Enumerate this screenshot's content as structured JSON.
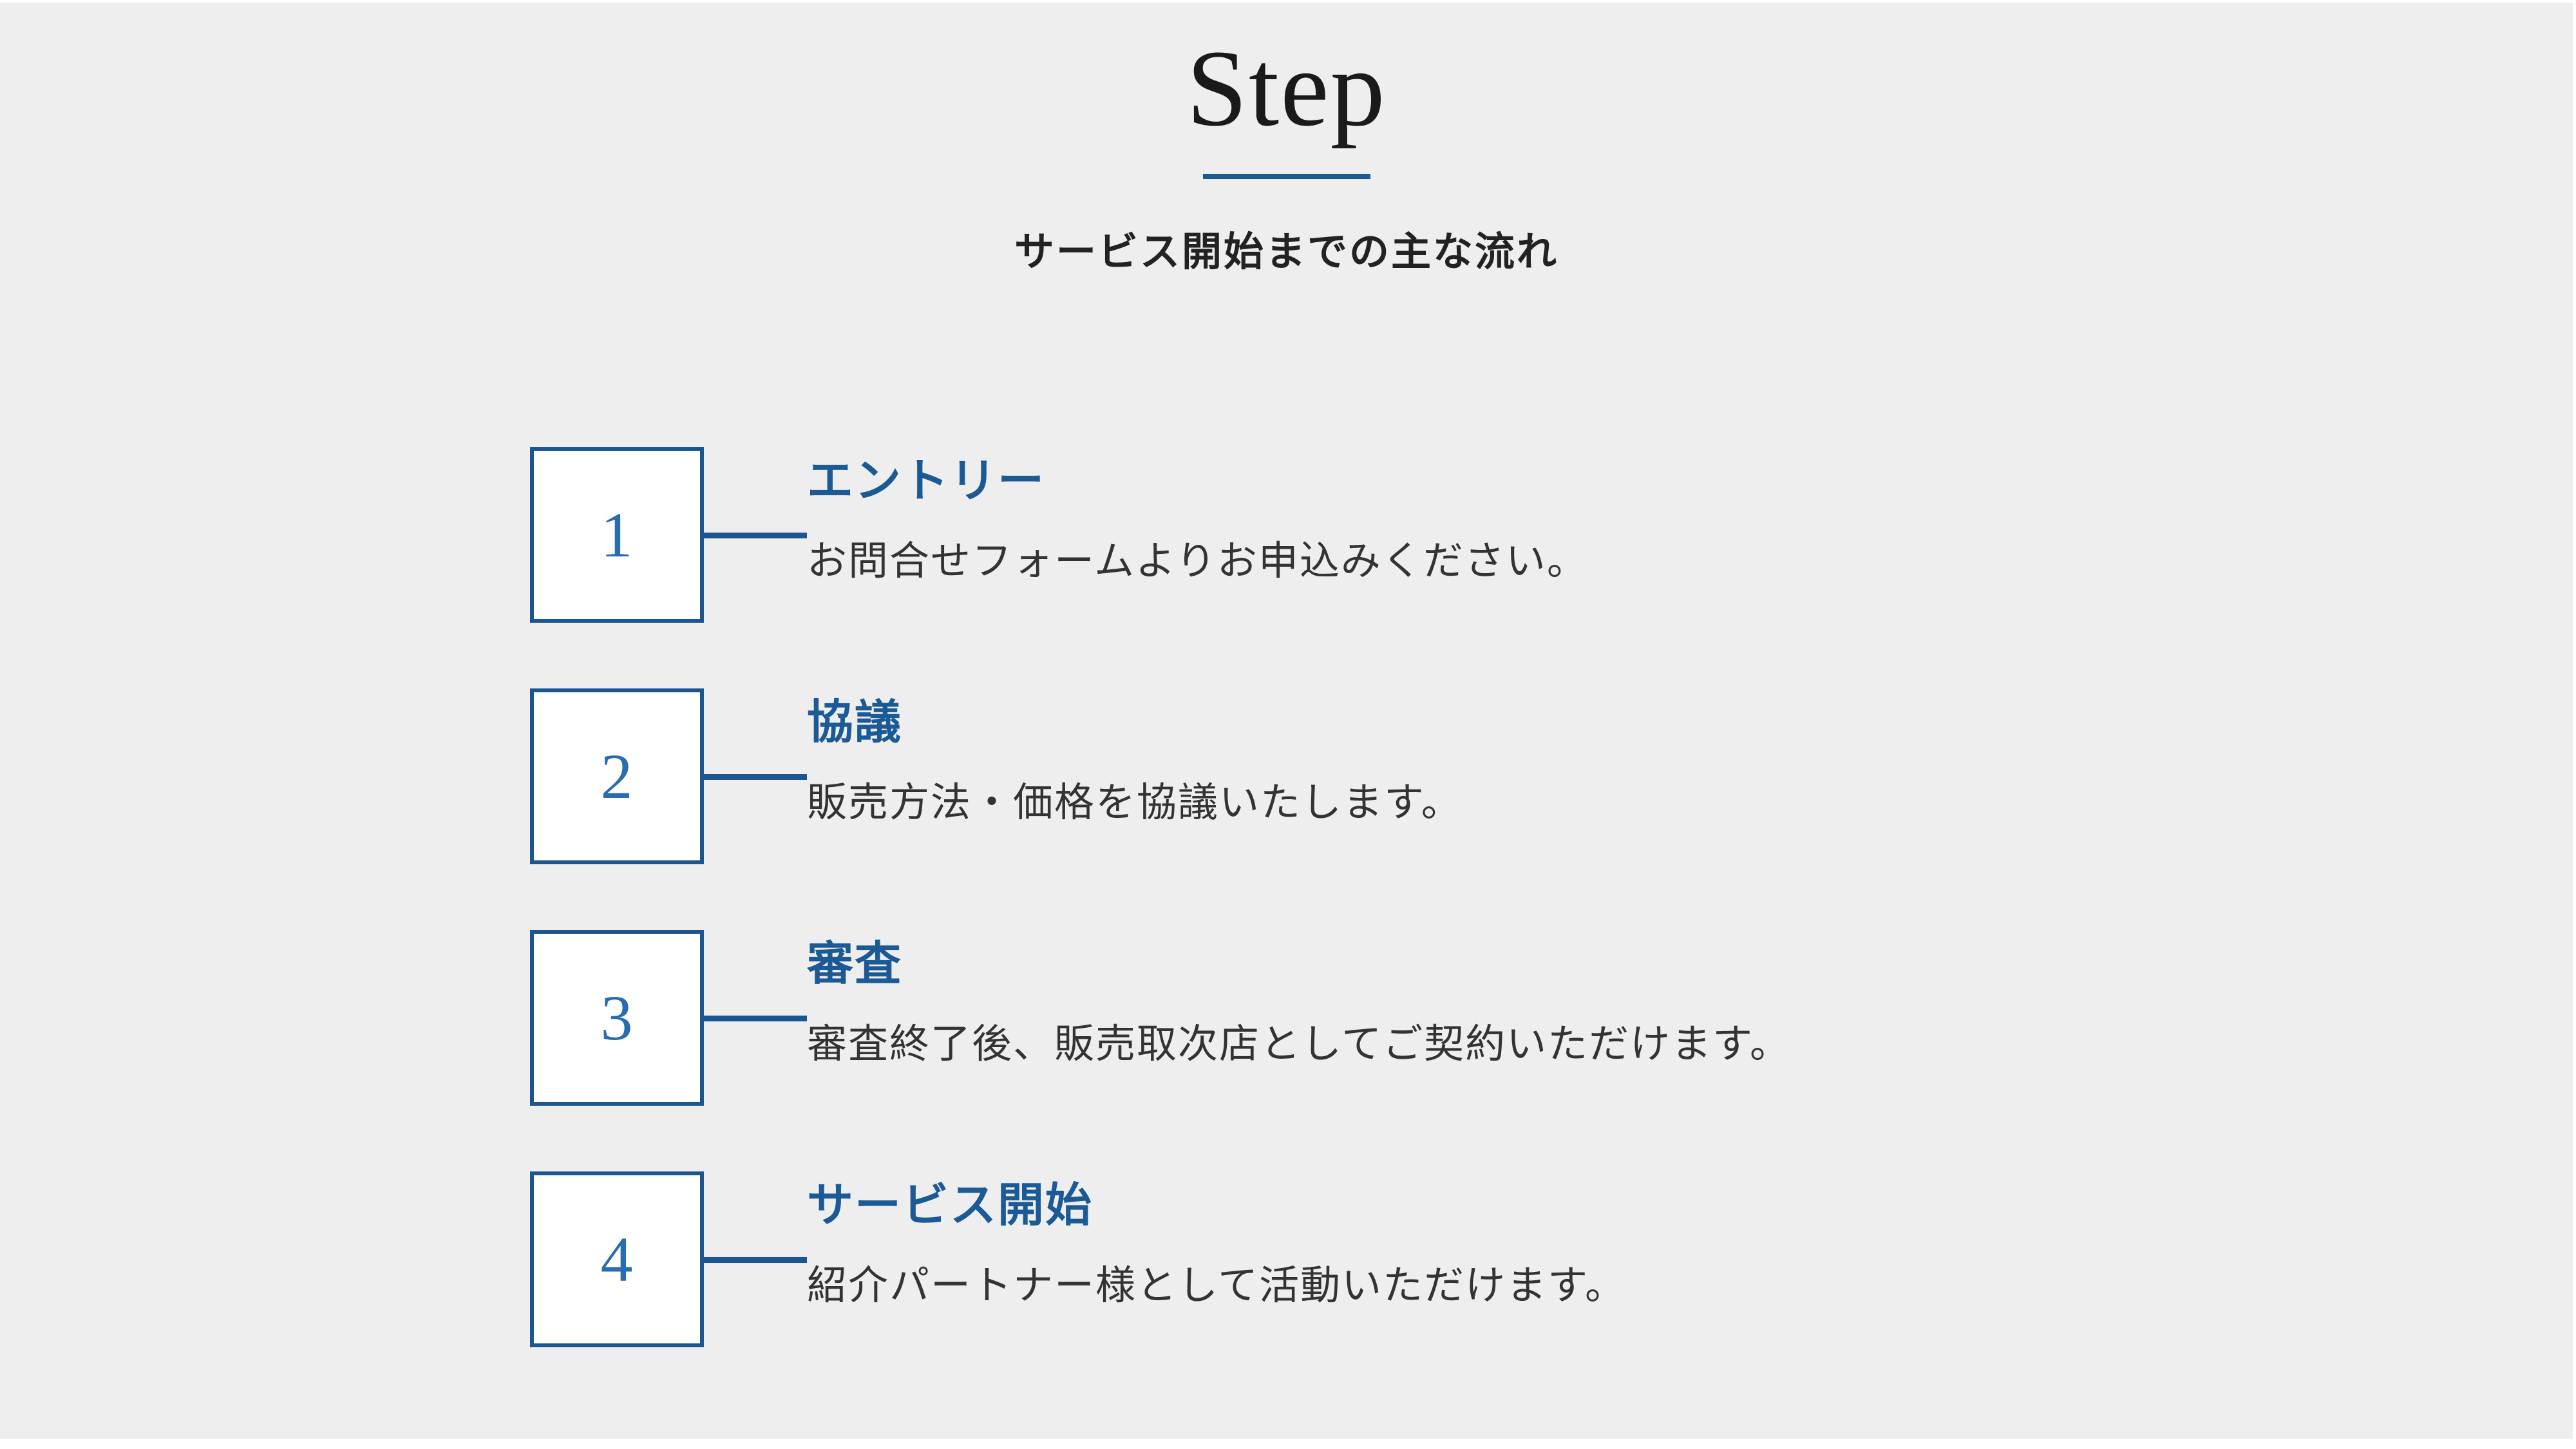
{
  "header": {
    "title": "Step",
    "subtitle": "サービス開始までの主な流れ",
    "divider_color": "#1c5a96"
  },
  "theme": {
    "background": "#eeeeee",
    "accent_blue": "#1c5a96",
    "box_border": "#1b5693",
    "number_color": "#2a6cb0",
    "body_text": "#333333",
    "title_text": "#1a1a1a"
  },
  "steps": [
    {
      "number": "1",
      "title": "エントリー",
      "description": "お問合せフォームよりお申込みください。"
    },
    {
      "number": "2",
      "title": "協議",
      "description": "販売方法・価格を協議いたします。"
    },
    {
      "number": "3",
      "title": "審査",
      "description": "審査終了後、販売取次店としてご契約いただけます。"
    },
    {
      "number": "4",
      "title": "サービス開始",
      "description": "紹介パートナー様として活動いただけます。"
    }
  ]
}
